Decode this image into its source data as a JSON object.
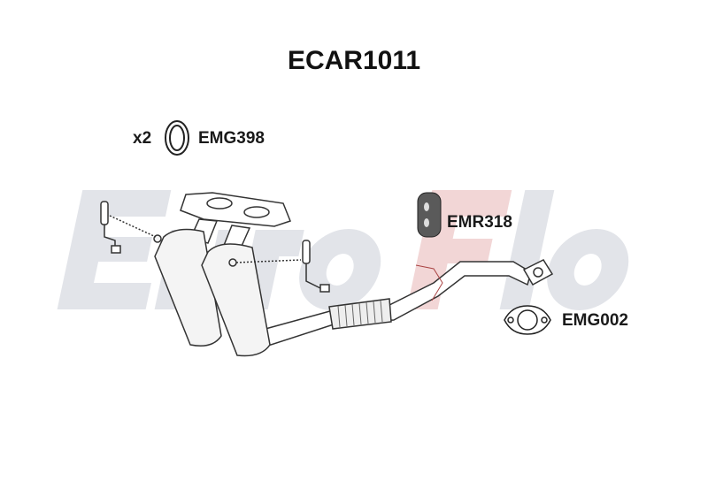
{
  "title": "ECAR1011",
  "watermark": {
    "logo_text_a": "Euro",
    "logo_text_b": "F",
    "logo_text_c": "lo",
    "color_main": "#e2e4e9",
    "color_accent": "#f2d6d6"
  },
  "parts": [
    {
      "code": "EMG398",
      "quantity": "x2",
      "icon": "o-ring-gasket-icon"
    },
    {
      "code": "EMR318",
      "icon": "rubber-mount-icon"
    },
    {
      "code": "EMG002",
      "icon": "flange-gasket-icon"
    }
  ]
}
